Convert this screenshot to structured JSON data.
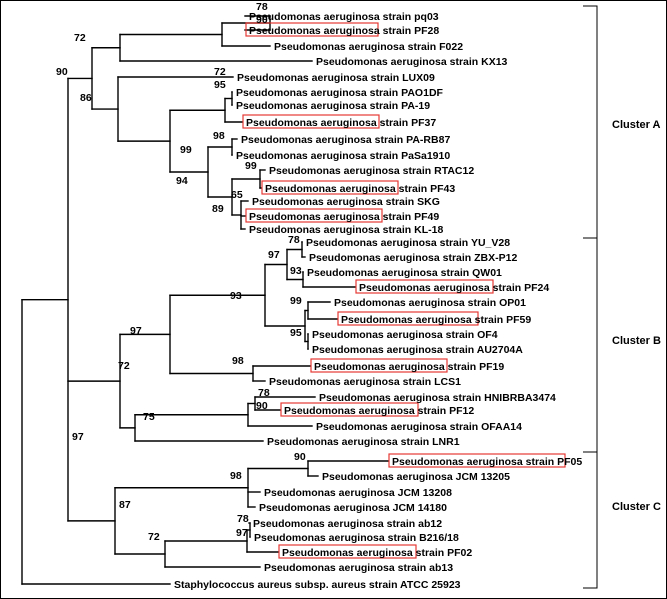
{
  "highlight_color": "#e53935",
  "taxa": [
    {
      "label": "Pseudomonas aeruginosa strain pq03",
      "highlighted": false
    },
    {
      "label": "Pseudomonas aeruginosa strain PF28",
      "highlighted": true
    },
    {
      "label": "Pseudomonas aeruginosa strain F022",
      "highlighted": false
    },
    {
      "label": "Pseudomonas aeruginosa strain KX13",
      "highlighted": false
    },
    {
      "label": "Pseudomonas aeruginosa strain LUX09",
      "highlighted": false
    },
    {
      "label": "Pseudomonas aeruginosa strain PAO1DF",
      "highlighted": false
    },
    {
      "label": "Pseudomonas aeruginosa strain PA-19",
      "highlighted": false
    },
    {
      "label": "Pseudomonas aeruginosa strain PF37",
      "highlighted": true
    },
    {
      "label": "Pseudomonas aeruginosa strain PA-RB87",
      "highlighted": false
    },
    {
      "label": "Pseudomonas aeruginosa strain PaSa1910",
      "highlighted": false
    },
    {
      "label": "Pseudomonas aeruginosa strain RTAC12",
      "highlighted": false
    },
    {
      "label": "Pseudomonas aeruginosa strain PF43",
      "highlighted": true
    },
    {
      "label": "Pseudomonas aeruginosa strain SKG",
      "highlighted": false
    },
    {
      "label": "Pseudomonas aeruginosa strain PF49",
      "highlighted": true
    },
    {
      "label": "Pseudomonas aeruginosa strain KL-18",
      "highlighted": false
    },
    {
      "label": "Pseudomonas aeruginosa strain YU_V28",
      "highlighted": false
    },
    {
      "label": "Pseudomonas aeruginosa strain ZBX-P12",
      "highlighted": false
    },
    {
      "label": "Pseudomonas aeruginosa strain QW01",
      "highlighted": false
    },
    {
      "label": "Pseudomonas aeruginosa strain PF24",
      "highlighted": true
    },
    {
      "label": "Pseudomonas aeruginosa strain OP01",
      "highlighted": false
    },
    {
      "label": "Pseudomonas aeruginosa strain PF59",
      "highlighted": true
    },
    {
      "label": "Pseudomonas aeruginosa strain OF4",
      "highlighted": false
    },
    {
      "label": "Pseudomonas aeruginosa strain AU2704A",
      "highlighted": false
    },
    {
      "label": "Pseudomonas aeruginosa strain PF19",
      "highlighted": true
    },
    {
      "label": "Pseudomonas aeruginosa strain LCS1",
      "highlighted": false
    },
    {
      "label": "Pseudomonas aeruginosa strain HNIBRBA3474",
      "highlighted": false
    },
    {
      "label": "Pseudomonas aeruginosa strain PF12",
      "highlighted": true
    },
    {
      "label": "Pseudomonas aeruginosa strain OFAA14",
      "highlighted": false
    },
    {
      "label": "Pseudomonas aeruginosa strain LNR1",
      "highlighted": false
    },
    {
      "label": "Pseudomonas aeruginosa strain PF05",
      "highlighted": true
    },
    {
      "label": "Pseudomonas aeruginosa JCM 13205",
      "highlighted": false
    },
    {
      "label": "Pseudomonas aeruginosa JCM 13208",
      "highlighted": false
    },
    {
      "label": "Pseudomonas aeruginosa JCM 14180",
      "highlighted": false
    },
    {
      "label": "Pseudomonas aeruginosa strain ab12",
      "highlighted": false
    },
    {
      "label": "Pseudomonas aeruginosa strain B216/18",
      "highlighted": false
    },
    {
      "label": "Pseudomonas aeruginosa strain PF02",
      "highlighted": true
    },
    {
      "label": "Pseudomonas aeruginosa strain ab13",
      "highlighted": false
    },
    {
      "label": "Staphylococcus aureus subsp. aureus strain ATCC 25923",
      "highlighted": false
    }
  ],
  "bootstrap_values": [
    "78",
    "90",
    "72",
    "90",
    "72",
    "95",
    "86",
    "98",
    "99",
    "99",
    "94",
    "65",
    "89",
    "78",
    "97",
    "93",
    "99",
    "95",
    "93",
    "97",
    "98",
    "72",
    "78",
    "90",
    "75",
    "97",
    "90",
    "98",
    "87",
    "78",
    "97",
    "72"
  ],
  "clusters": [
    {
      "name": "Cluster A"
    },
    {
      "name": "Cluster B"
    },
    {
      "name": "Cluster C"
    }
  ]
}
